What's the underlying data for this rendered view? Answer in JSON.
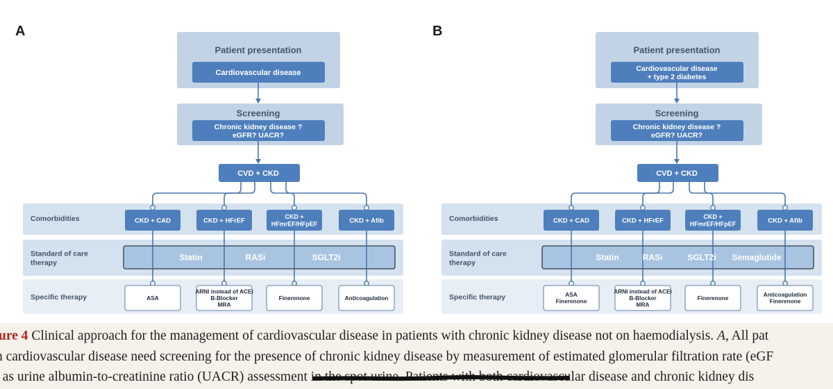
{
  "panels": [
    {
      "letter": "A",
      "presentation_title": "Patient presentation",
      "presentation_box": [
        "Cardiovascular disease"
      ],
      "screening_title": "Screening",
      "screening_box": [
        "Chronic kidney disease ?",
        "eGFR? UACR?"
      ],
      "hub": "CVD + CKD",
      "row_labels": {
        "comorbidities": [
          "Comorbidities"
        ],
        "standard": [
          "Standard of care",
          "therapy"
        ],
        "specific": [
          "Specific therapy"
        ]
      },
      "comorbidities": [
        [
          "CKD + CAD"
        ],
        [
          "CKD + HFrEF"
        ],
        [
          "CKD +",
          "HFmrEF/HFpEF"
        ],
        [
          "CKD + Afib"
        ]
      ],
      "standard_therapies": [
        "Statin",
        "RASi",
        "SGLT2i"
      ],
      "specific_therapies": [
        [
          "ASA"
        ],
        [
          "ARNI instead of ACEi",
          "B-Blocker",
          "MRA"
        ],
        [
          "Finerenone"
        ],
        [
          "Anticoagulation"
        ]
      ]
    },
    {
      "letter": "B",
      "presentation_title": "Patient presentation",
      "presentation_box": [
        "Cardiovascular disease",
        "+ type 2 diabetes"
      ],
      "screening_title": "Screening",
      "screening_box": [
        "Chronic kidney disease ?",
        "eGFR? UACR?"
      ],
      "hub": "CVD + CKD",
      "row_labels": {
        "comorbidities": [
          "Comorbidities"
        ],
        "standard": [
          "Standard of care",
          "therapy"
        ],
        "specific": [
          "Specific therapy"
        ]
      },
      "comorbidities": [
        [
          "CKD + CAD"
        ],
        [
          "CKD + HFrEF"
        ],
        [
          "CKD +",
          "HFmrEF/HFpEF"
        ],
        [
          "CKD + Afib"
        ]
      ],
      "standard_therapies": [
        "Statin",
        "RASi",
        "SGLT2i",
        "Semaglutide"
      ],
      "specific_therapies": [
        [
          "ASA",
          "Finerenone"
        ],
        [
          "ARNI instead of ACEi",
          "B-Blocker",
          "MRA"
        ],
        [
          "Finerenone"
        ],
        [
          "Anticoagulation",
          "Finerenone"
        ]
      ]
    }
  ],
  "caption": {
    "line1_label": "ure 4",
    "line1_a": " Clinical approach for the management of cardiovascular disease in patients with chronic kidney disease not on haemodialysis. ",
    "line1_em": "A",
    "line1_b": ", All pat",
    "line2": "n cardiovascular disease need screening for the presence of chronic kidney disease by measurement of estimated glomerular filtration rate (eGF",
    "line3": ". as urine albumin-to-creatinine ratio (UACR) assessment in the spot urine. Patients with both cardiovascular disease and chronic kidney dis"
  },
  "colors": {
    "light_box": "#c3d3e6",
    "band": "#d4e1ee",
    "band_light": "#e8eef5",
    "dark_box": "#4e7fbc",
    "std_bar": "#a9c4e0",
    "connector": "#4a76ab",
    "title_text": "#44546a",
    "figure_label": "#b3261e"
  }
}
